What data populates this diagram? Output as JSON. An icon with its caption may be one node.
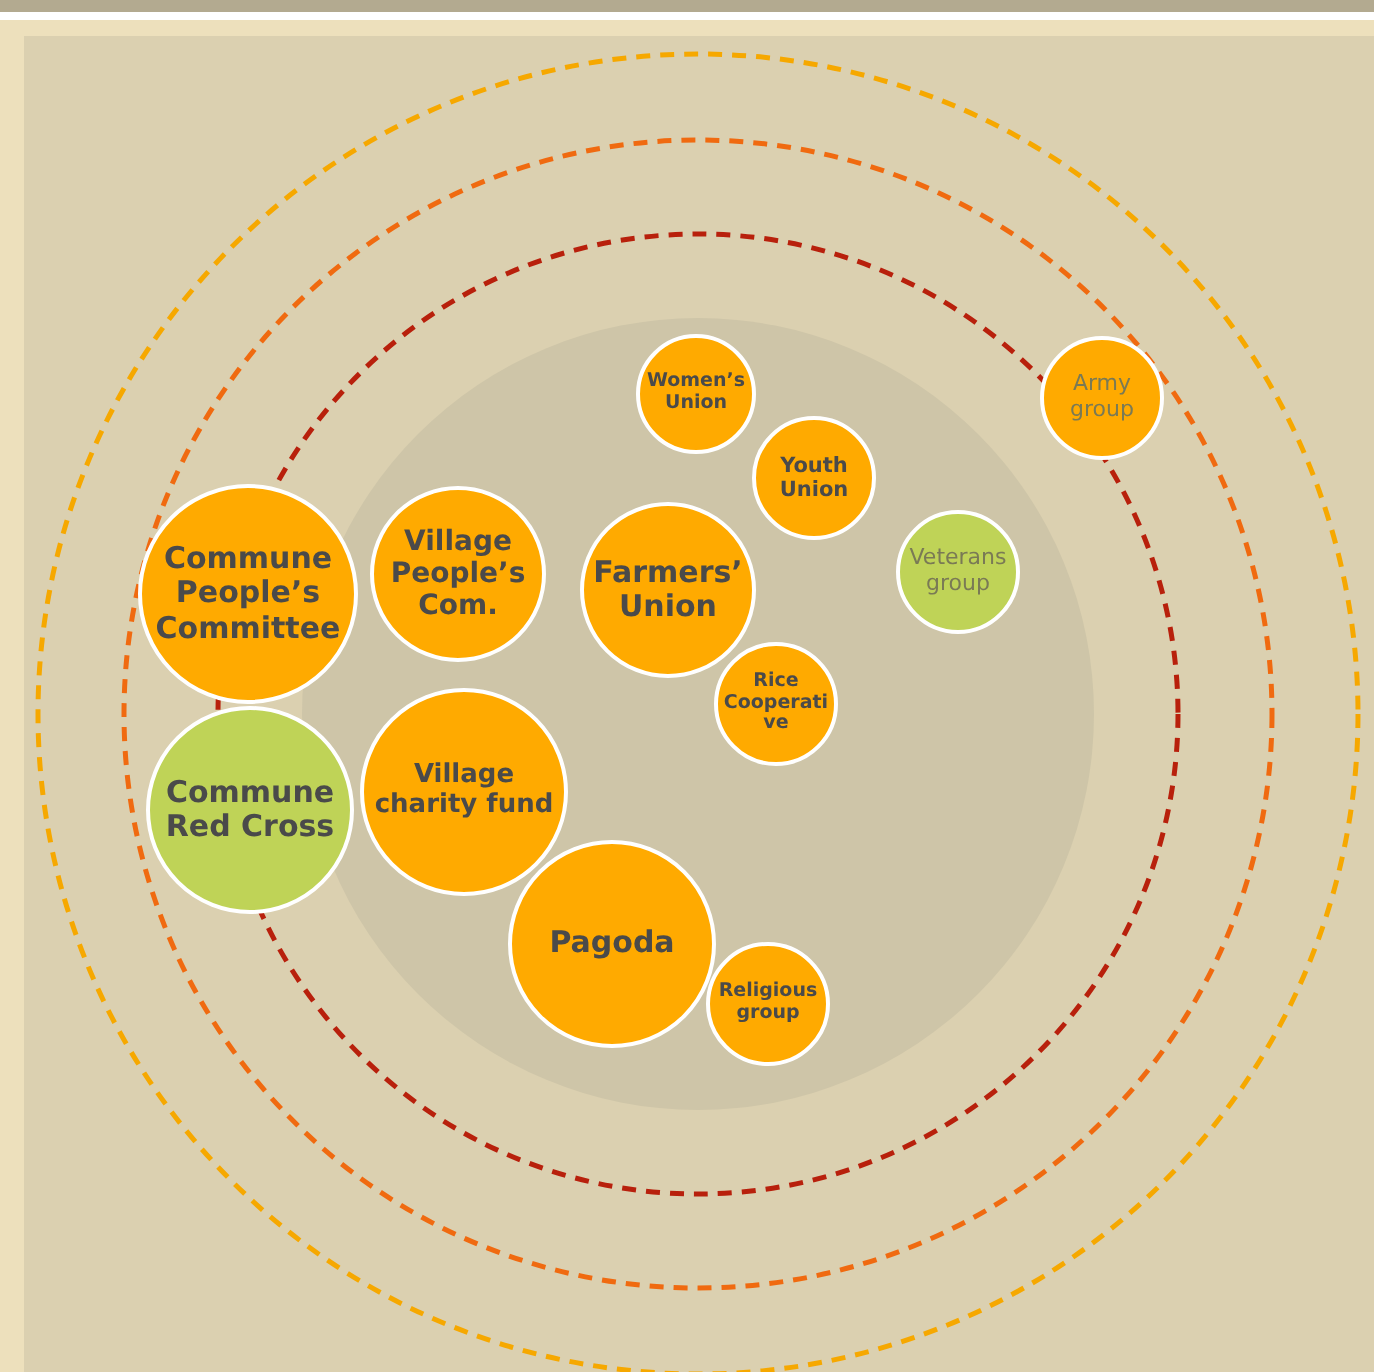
{
  "diagram": {
    "nodes": [
      {
        "text": [
          "Women’s Union"
        ]
      },
      {
        "text": [
          "Army group"
        ]
      },
      {
        "text": [
          "Youth Union"
        ]
      },
      {
        "text": [
          "Village People’s Com."
        ]
      },
      {
        "text": [
          "Commune People’s Committee"
        ]
      },
      {
        "text": [
          "Farmers’ Union"
        ]
      },
      {
        "text": [
          "Veterans group"
        ]
      },
      {
        "text": [
          "Rice Cooperative"
        ]
      },
      {
        "text": [
          "Commune Red Cross"
        ]
      },
      {
        "text": [
          "Village charity fund"
        ]
      },
      {
        "text": [
          "Pagoda"
        ]
      },
      {
        "text": [
          "Religious group"
        ]
      }
    ]
  }
}
